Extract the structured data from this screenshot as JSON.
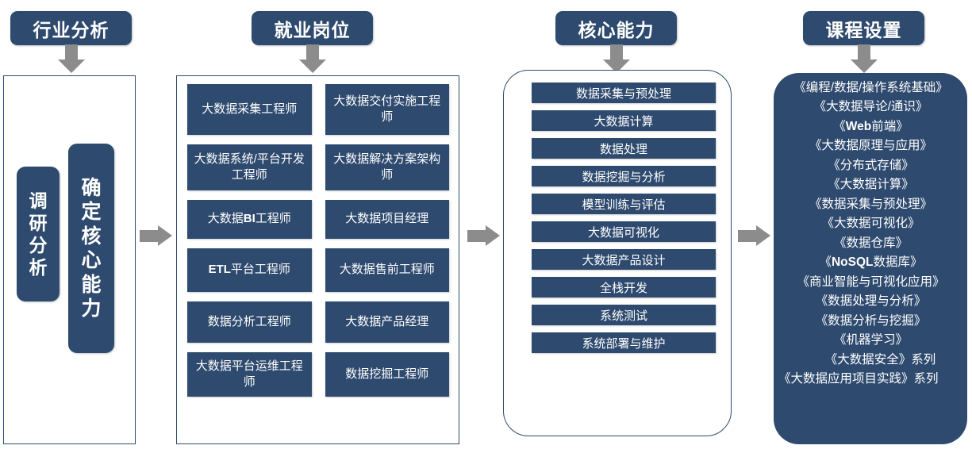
{
  "diagram": {
    "title_flow": [
      "行业分析",
      "就业岗位",
      "核心能力",
      "课程设置"
    ],
    "accent_color": "#2E4A6E",
    "arrow_color": "#8C8C8C",
    "text_color": "#FFFFFF"
  },
  "headers": [
    {
      "label": "行业分析",
      "name": "header-industry-analysis"
    },
    {
      "label": "就业岗位",
      "name": "header-employment-positions"
    },
    {
      "label": "核心能力",
      "name": "header-core-competency"
    },
    {
      "label": "课程设置",
      "name": "header-course-setup"
    }
  ],
  "column1": {
    "pills": [
      {
        "label": "调研分析",
        "chars": [
          "调",
          "研",
          "分",
          "析"
        ]
      },
      {
        "label": "确定核心能力",
        "chars": [
          "确",
          "定",
          "核",
          "心",
          "能",
          "力"
        ]
      }
    ]
  },
  "column2": {
    "jobs": [
      "大数据采集工程师",
      "大数据交付实施工程师",
      "大数据系统/平台开发工程师",
      "大数据解决方案架构师",
      "大数据BI工程师",
      "大数据项目经理",
      "ETL平台工程师",
      "大数据售前工程师",
      "数据分析工程师",
      "大数据产品经理",
      "大数据平台运维工程师",
      "数据挖掘工程师"
    ],
    "jobs_formatted": [
      {
        "pre": "",
        "bold": "",
        "post": "大数据采集工程师"
      },
      {
        "pre": "",
        "bold": "",
        "post": "大数据交付实施工程师"
      },
      {
        "pre": "",
        "bold": "",
        "post": "大数据系统/平台开发工程师"
      },
      {
        "pre": "",
        "bold": "",
        "post": "大数据解决方案架构师"
      },
      {
        "pre": "大数据",
        "bold": "BI",
        "post": "工程师"
      },
      {
        "pre": "",
        "bold": "",
        "post": "大数据项目经理"
      },
      {
        "pre": "",
        "bold": "ETL",
        "post": "平台工程师"
      },
      {
        "pre": "",
        "bold": "",
        "post": "大数据售前工程师"
      },
      {
        "pre": "",
        "bold": "",
        "post": "数据分析工程师"
      },
      {
        "pre": "",
        "bold": "",
        "post": "大数据产品经理"
      },
      {
        "pre": "",
        "bold": "",
        "post": "大数据平台运维工程师"
      },
      {
        "pre": "",
        "bold": "",
        "post": "数据挖掘工程师"
      }
    ]
  },
  "column3": {
    "skills": [
      "数据采集与预处理",
      "大数据计算",
      "数据处理",
      "数据挖掘与分析",
      "模型训练与评估",
      "大数据可视化",
      "大数据产品设计",
      "全栈开发",
      "系统测试",
      "系统部署与维护"
    ]
  },
  "column4": {
    "courses": [
      "《编程/数据/操作系统基础》",
      "《大数据导论/通识》",
      "《Web前端》",
      "《大数据原理与应用》",
      "《分布式存储》",
      "《大数据计算》",
      "《数据采集与预处理》",
      "《大数据可视化》",
      "《数据仓库》",
      "《NoSQL数据库》",
      "《商业智能与可视化应用》",
      "《数据处理与分析》",
      "《数据分析与挖掘》",
      "《机器学习》",
      "《大数据安全》系列",
      "《大数据应用项目实践》系列"
    ],
    "courses_formatted": [
      {
        "pre": "《编程/数据/操作系统基础》",
        "bold": "",
        "post": ""
      },
      {
        "pre": "《大数据导论/通识》",
        "bold": "",
        "post": ""
      },
      {
        "pre": "《",
        "bold": "Web",
        "post": "前端》"
      },
      {
        "pre": "《大数据原理与应用》",
        "bold": "",
        "post": ""
      },
      {
        "pre": "《分布式存储》",
        "bold": "",
        "post": ""
      },
      {
        "pre": "《大数据计算》",
        "bold": "",
        "post": ""
      },
      {
        "pre": "《数据采集与预处理》",
        "bold": "",
        "post": ""
      },
      {
        "pre": "《大数据可视化》",
        "bold": "",
        "post": ""
      },
      {
        "pre": "《数据仓库》",
        "bold": "",
        "post": ""
      },
      {
        "pre": "《",
        "bold": "NoSQL",
        "post": "数据库》"
      },
      {
        "pre": "《商业智能与可视化应用》",
        "bold": "",
        "post": ""
      },
      {
        "pre": "《数据处理与分析》",
        "bold": "",
        "post": ""
      },
      {
        "pre": "《数据分析与挖掘》",
        "bold": "",
        "post": ""
      },
      {
        "pre": "《机器学习》",
        "bold": "",
        "post": ""
      },
      {
        "pre": "《大数据安全》系列",
        "bold": "",
        "post": ""
      },
      {
        "pre": "《大数据应用项目实践》系列",
        "bold": "",
        "post": ""
      }
    ]
  }
}
